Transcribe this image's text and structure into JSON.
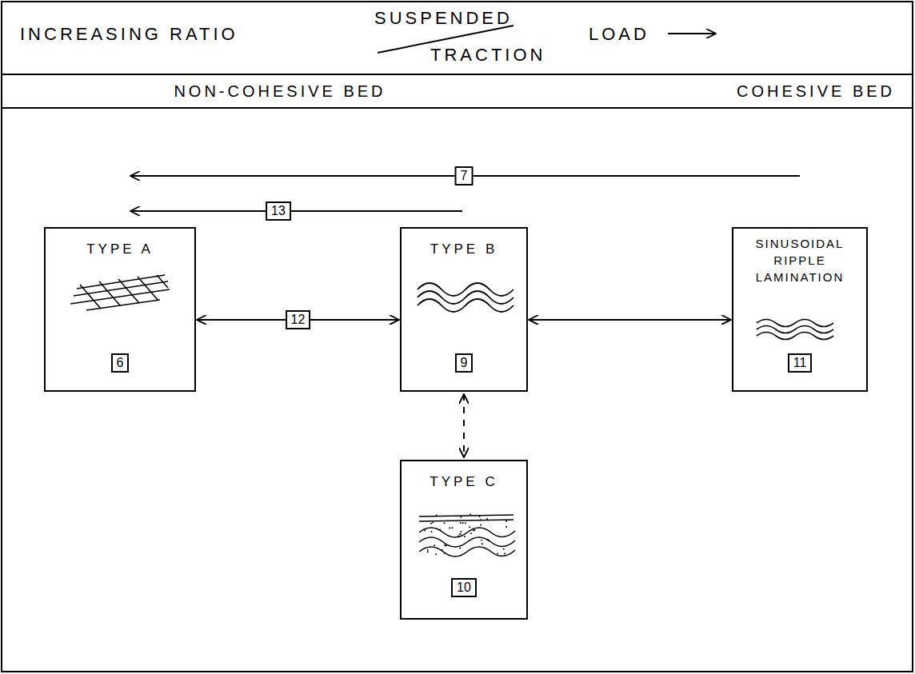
{
  "diagram": {
    "nodes": [
      {
        "text": [
          "TYPE A",
          "6"
        ]
      },
      {
        "text": [
          "TYPE B",
          "9"
        ]
      },
      {
        "text": [
          "SINUSOIDAL RIPPLE LAMINATION",
          "11"
        ]
      },
      {
        "text": [
          "TYPE C",
          "10"
        ]
      }
    ],
    "edges": [
      {
        "from": 0,
        "to": 1,
        "arrow": "both",
        "label": "12"
      },
      {
        "from": 1,
        "to": 2,
        "arrow": "both"
      },
      {
        "from": 1,
        "to": 3,
        "arrow": "both"
      }
    ],
    "labels": [
      "INCREASING RATIO",
      "SUSPENDED",
      "TRACTION",
      "LOAD",
      "NON-COHESIVE BED",
      "COHESIVE BED",
      "7",
      "13"
    ]
  }
}
